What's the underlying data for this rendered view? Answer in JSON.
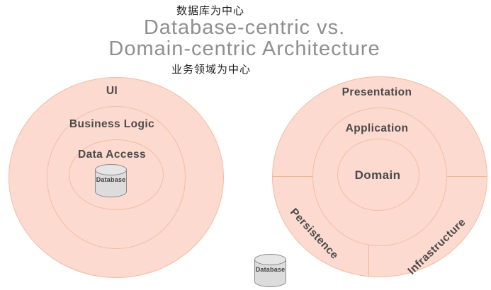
{
  "header": {
    "top_label_zh": "数据库为中心",
    "title_line1": "Database-centric vs.",
    "title_line2": "Domain-centric Architecture",
    "bottom_label_zh": "业务领域为中心"
  },
  "left_diagram": {
    "name": "Database-centric architecture",
    "rings": [
      "UI",
      "Business Logic",
      "Data Access"
    ],
    "database_label": "Database"
  },
  "right_diagram": {
    "name": "Domain-centric architecture",
    "rings": [
      "Presentation",
      "Application",
      "Domain"
    ],
    "segments": [
      "Persistence",
      "Infrastructure"
    ],
    "database_label": "Database"
  },
  "colors": {
    "ring_fill": "#fcdacf",
    "ring_stroke": "#f2bda4",
    "divider": "#eab79c",
    "label_text": "#4a4a4a",
    "title_text": "#8f8f8f",
    "zh_text": "#1f1f1f",
    "cylinder_body": "#dcdcdc",
    "cylinder_top": "#e6e6e6",
    "cylinder_stroke": "#8a8a8a"
  }
}
